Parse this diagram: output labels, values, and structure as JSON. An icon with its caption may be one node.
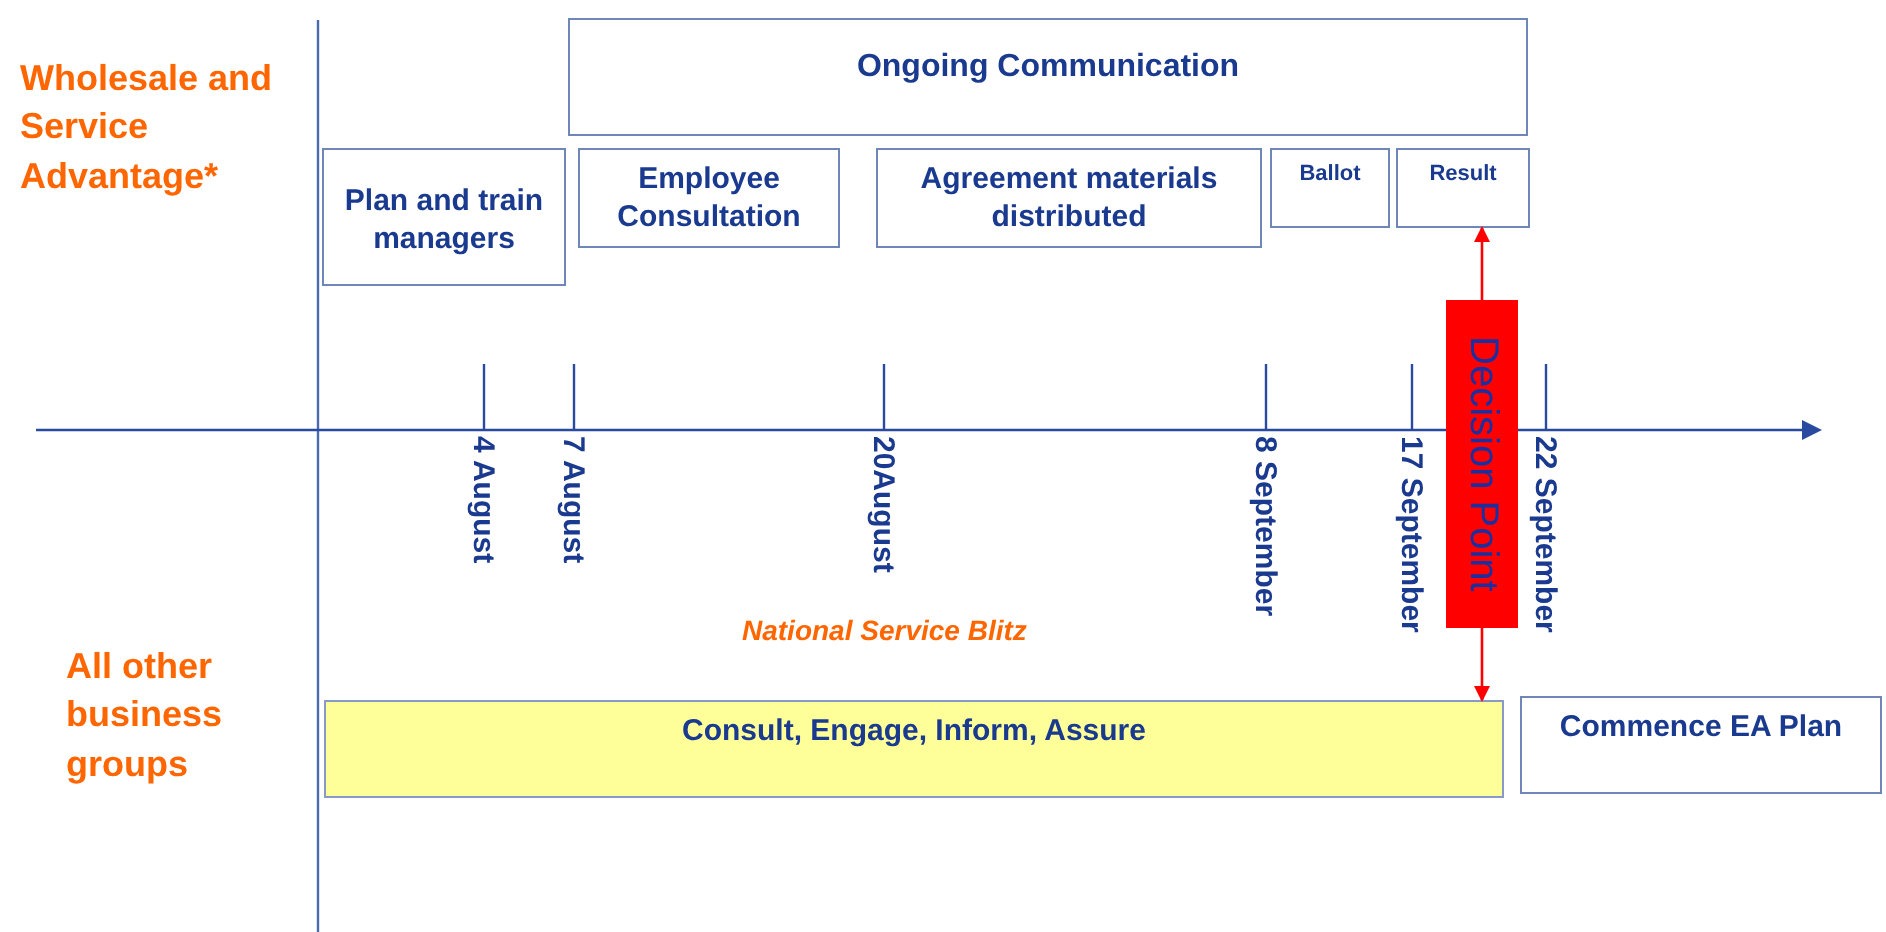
{
  "diagram": {
    "nodes": [
      {
        "text": [
          "Ongoing Communication"
        ]
      },
      {
        "text": [
          "Plan and train managers"
        ]
      },
      {
        "text": [
          "Employee Consultation"
        ]
      },
      {
        "text": [
          "Agreement materials distributed"
        ]
      },
      {
        "text": [
          "Ballot"
        ]
      },
      {
        "text": [
          "Result"
        ]
      },
      {
        "text": [
          "Decision Point"
        ]
      },
      {
        "text": [
          "Consult, Engage, Inform, Assure"
        ]
      },
      {
        "text": [
          "Commence EA Plan"
        ]
      }
    ],
    "edges": [
      {
        "from": 6,
        "to": 5,
        "arrow": "to"
      },
      {
        "from": 6,
        "to": 7,
        "arrow": "to"
      }
    ],
    "labels": [
      "Wholesale and Service Advantage*",
      "4 August",
      "7 August",
      "20August",
      "8 September",
      "17 September",
      "22 September",
      "All other business groups",
      "National Service Blitz"
    ]
  }
}
